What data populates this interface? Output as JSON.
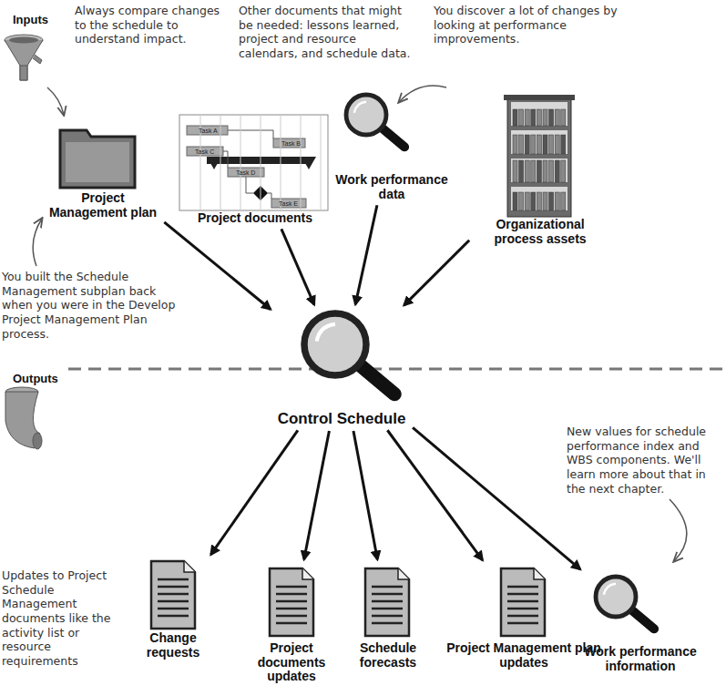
{
  "diagram": {
    "nodes": [
      {
        "text": [
          "Project Management plan"
        ]
      },
      {
        "text": [
          "Project documents"
        ]
      },
      {
        "text": [
          "Work performance data"
        ]
      },
      {
        "text": [
          "Organizational process assets"
        ]
      },
      {
        "text": [
          "Control Schedule"
        ]
      },
      {
        "text": [
          "Change requests"
        ]
      },
      {
        "text": [
          "Project documents updates"
        ]
      },
      {
        "text": [
          "Schedule forecasts"
        ]
      },
      {
        "text": [
          "Project Management plan updates"
        ]
      },
      {
        "text": [
          "Work performance information"
        ]
      }
    ],
    "edges": [
      {
        "from": 0,
        "to": 4,
        "arrow": "to"
      },
      {
        "from": 1,
        "to": 4,
        "arrow": "to"
      },
      {
        "from": 2,
        "to": 4,
        "arrow": "to"
      },
      {
        "from": 3,
        "to": 4,
        "arrow": "to"
      },
      {
        "from": 4,
        "to": 5,
        "arrow": "to"
      },
      {
        "from": 4,
        "to": 6,
        "arrow": "to"
      },
      {
        "from": 4,
        "to": 7,
        "arrow": "to"
      },
      {
        "from": 4,
        "to": 8,
        "arrow": "to"
      },
      {
        "from": 4,
        "to": 9,
        "arrow": "to"
      }
    ],
    "labels": [
      "Inputs",
      "Outputs",
      "Always compare changes to the schedule to understand impact.",
      "Other documents that might be needed: lessons learned, project and resource calendars, and schedule data.",
      "You discover a lot of changes by looking at performance improvements.",
      "You built the Schedule Management subplan back when you were in the Develop Project Management Plan process.",
      "New values for schedule performance index and WBS components. We'll learn more about that in the next chapter.",
      "Updates to Project Schedule Management documents like the activity list or resource requirements",
      "Task A",
      "Task B",
      "Task C",
      "Task D",
      "Task E"
    ]
  }
}
